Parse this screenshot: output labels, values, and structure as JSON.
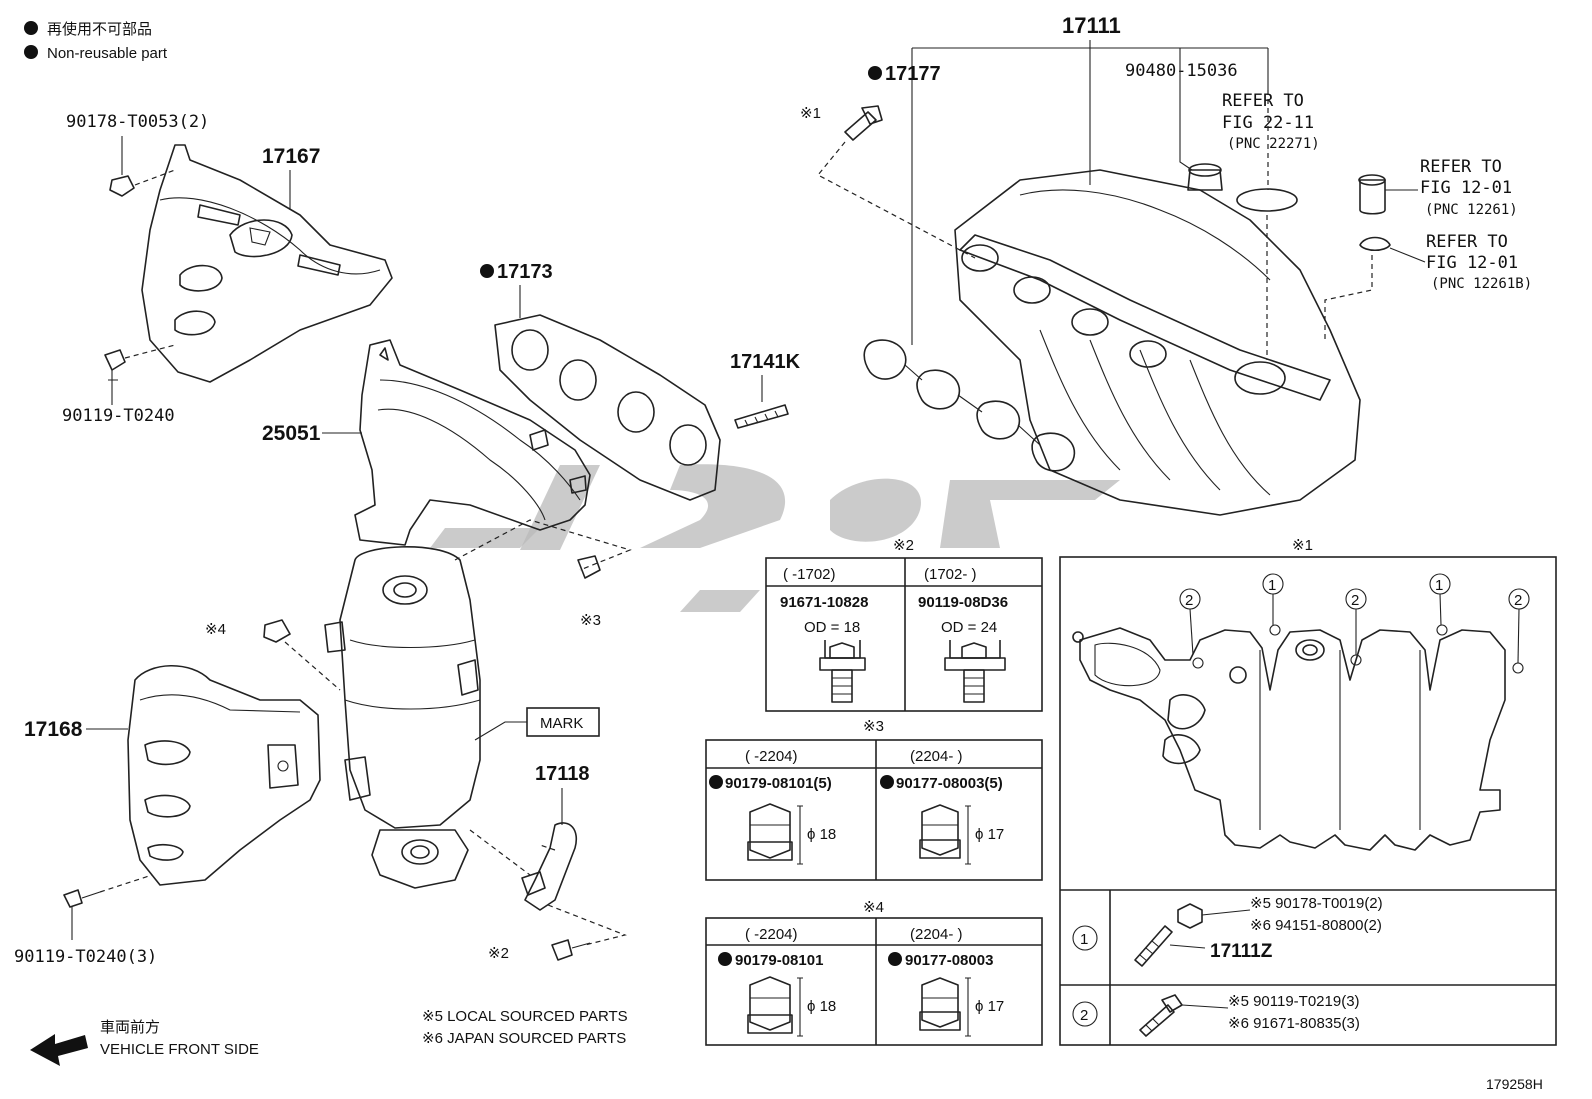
{
  "legend": {
    "jp_label": "再使用不可部品",
    "en_label": "Non-reusable part"
  },
  "callouts": {
    "p17111": "17111",
    "p17177": "17177",
    "p90480": "90480-15036",
    "refer_22_line1": "REFER TO",
    "refer_22_line2": "FIG 22-11",
    "refer_22_line3": "(PNC 22271)",
    "refer_12_line1": "REFER TO",
    "refer_12_line2": "FIG 12-01",
    "refer_12_line3": "(PNC 12261)",
    "refer_12b_line1": "REFER TO",
    "refer_12b_line2": "FIG 12-01",
    "refer_12b_line3": "(PNC 12261B)",
    "ref1_top": "※1",
    "p90178_t0053": "90178-T0053(2)",
    "p17167": "17167",
    "p90119_t0240": "90119-T0240",
    "p17173": "17173",
    "p17141k": "17141K",
    "p25051": "25051",
    "ref3": "※3",
    "ref4": "※4",
    "p17168": "17168",
    "mark": "MARK",
    "p17118": "17118",
    "p90119_t0240_3": "90119-T0240(3)",
    "ref2": "※2",
    "front_jp": "車両前方",
    "front_en": "VEHICLE FRONT SIDE",
    "note5": "※5 LOCAL SOURCED PARTS",
    "note6": "※6 JAPAN SOURCED PARTS",
    "drawing_no": "179258H"
  },
  "table2": {
    "title": "※2",
    "col1_range": "(     -1702)",
    "col2_range": "(1702-      )",
    "col1_part": "91671-10828",
    "col2_part": "90119-08D36",
    "col1_od": "OD = 18",
    "col2_od": "OD = 24"
  },
  "table3": {
    "title": "※3",
    "col1_range": "(     -2204)",
    "col2_range": "(2204-      )",
    "col1_part": "90179-08101(5)",
    "col2_part": "90177-08003(5)",
    "col1_dim": "ϕ 18",
    "col2_dim": "ϕ 17"
  },
  "table4": {
    "title": "※4",
    "col1_range": "(     -2204)",
    "col2_range": "(2204-      )",
    "col1_part": "90179-08101",
    "col2_part": "90177-08003",
    "col1_dim": "ϕ 18",
    "col2_dim": "ϕ 17"
  },
  "table1": {
    "title": "※1",
    "circle1": "1",
    "circle2": "2",
    "row1_ref5": "※5 90178-T0019(2)",
    "row1_ref6": "※6 94151-80800(2)",
    "row1_part": "17111Z",
    "row2_ref5": "※5 90119-T0219(3)",
    "row2_ref6": "※6 91671-80835(3)"
  },
  "watermark": {
    "color": "#b9b9b9"
  }
}
